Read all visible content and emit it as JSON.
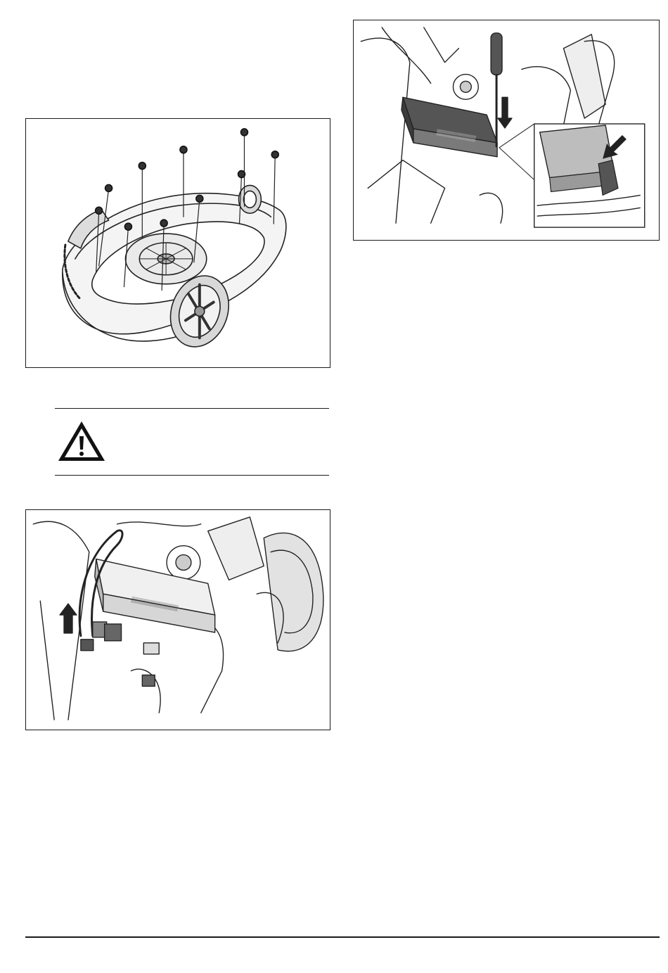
{
  "figures": [
    {
      "id": "fig-mower",
      "icon": "mower-underside-screws-illustration"
    },
    {
      "id": "fig-battery",
      "icon": "screwdriver-battery-release-illustration"
    },
    {
      "id": "fig-cable",
      "icon": "battery-cable-disconnect-illustration"
    }
  ],
  "warning": {
    "icon": "warning-triangle-icon"
  }
}
